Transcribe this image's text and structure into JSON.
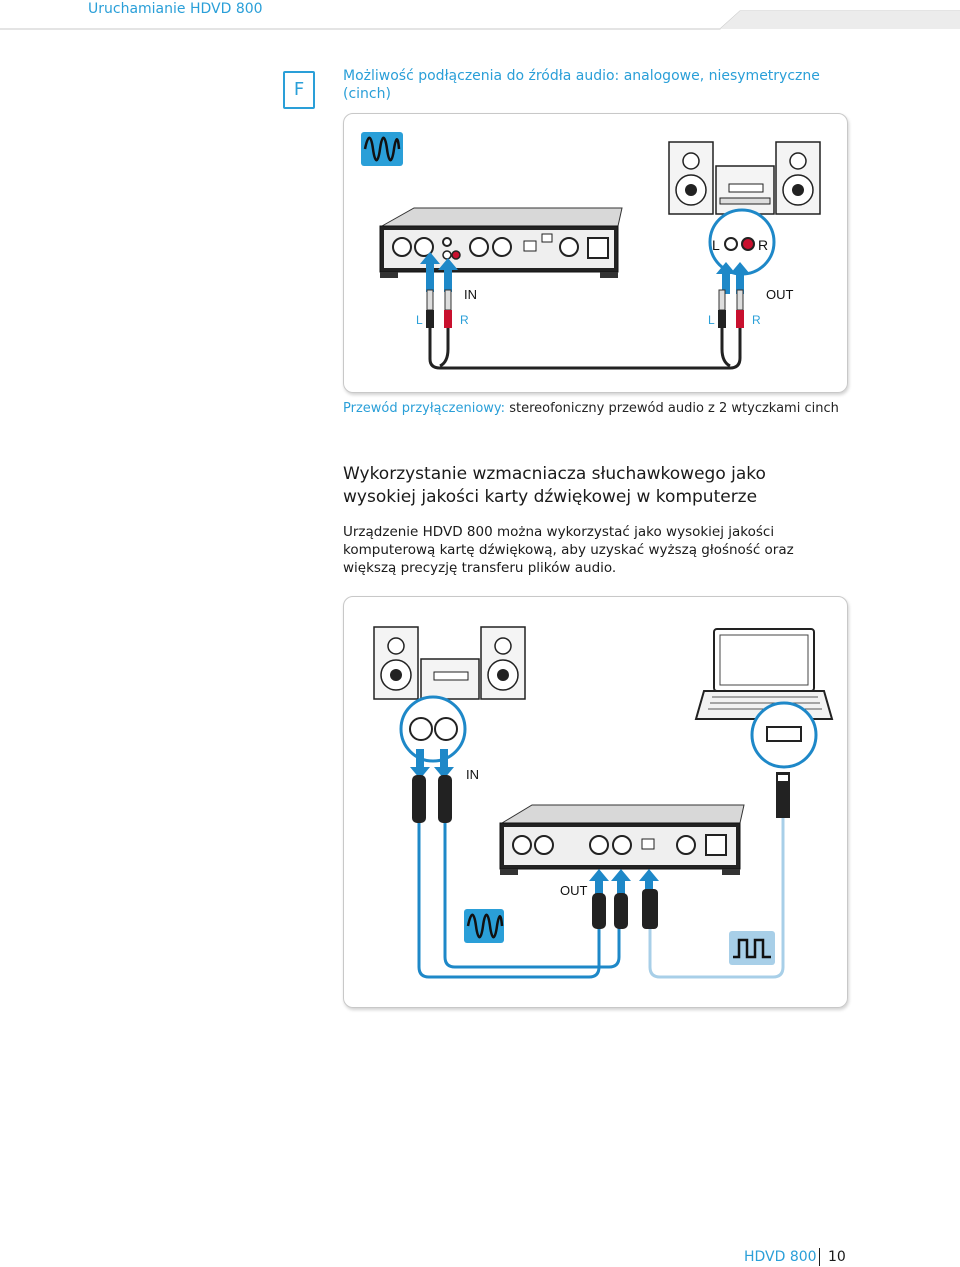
{
  "header": {
    "title": "Uruchamianie HDVD 800"
  },
  "section": {
    "letter": "F",
    "title": "Możliwość podłączenia do źródła audio: analogowe, niesymetryczne (cinch)"
  },
  "figure1": {
    "label_in": "IN",
    "label_out": "OUT",
    "label_l": "L",
    "label_r": "R",
    "jack_l": "L",
    "jack_r": "R",
    "icon": "analog-wave-icon"
  },
  "caption": {
    "term": "Przewód przyłączeniowy:",
    "text": " stereofoniczny przewód audio z 2 wtyczkami cinch"
  },
  "heading": "Wykorzystanie wzmacniacza słuchawkowego jako wysokiej jakości karty dźwiękowej w komputerze",
  "body": "Urządzenie HDVD 800 można wykorzystać jako wysokiej jakości komputerową kartę dźwiękową, aby uzyskać wyższą głośność oraz większą precyzję transferu plików audio.",
  "figure2": {
    "label_in": "IN",
    "label_out": "OUT",
    "icon_analog": "analog-wave-icon",
    "icon_digital": "digital-square-wave-icon"
  },
  "footer": {
    "product": "HDVD 800",
    "page": "10"
  },
  "colors": {
    "accent": "#2a9fd8",
    "arrow": "#1e88c8",
    "cinch_red": "#c8102e",
    "usb_cable": "#a8cfe8"
  }
}
